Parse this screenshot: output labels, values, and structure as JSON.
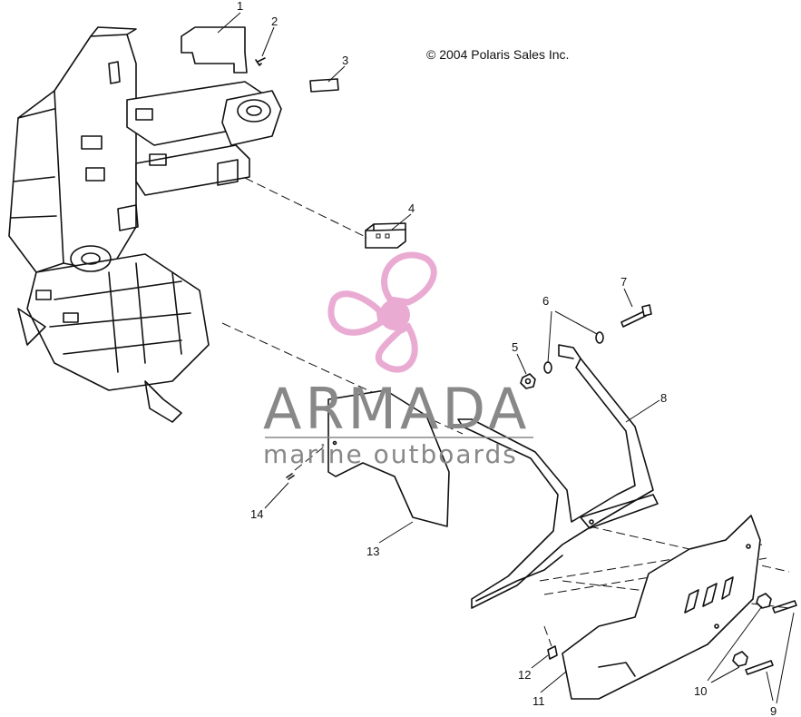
{
  "copyright": "© 2004 Polaris Sales Inc.",
  "watermark": {
    "brand": "ARMADA",
    "tagline": "marine outboards",
    "logo_color": "#e8a3cf",
    "text_color": "#888888"
  },
  "callouts": [
    {
      "id": "1",
      "text": "1"
    },
    {
      "id": "2",
      "text": "2"
    },
    {
      "id": "3",
      "text": "3"
    },
    {
      "id": "4",
      "text": "4"
    },
    {
      "id": "5",
      "text": "5"
    },
    {
      "id": "6",
      "text": "6"
    },
    {
      "id": "7",
      "text": "7"
    },
    {
      "id": "8",
      "text": "8"
    },
    {
      "id": "9",
      "text": "9"
    },
    {
      "id": "10",
      "text": "10"
    },
    {
      "id": "11",
      "text": "11"
    },
    {
      "id": "12",
      "text": "12"
    },
    {
      "id": "13",
      "text": "13"
    },
    {
      "id": "14",
      "text": "14"
    }
  ]
}
